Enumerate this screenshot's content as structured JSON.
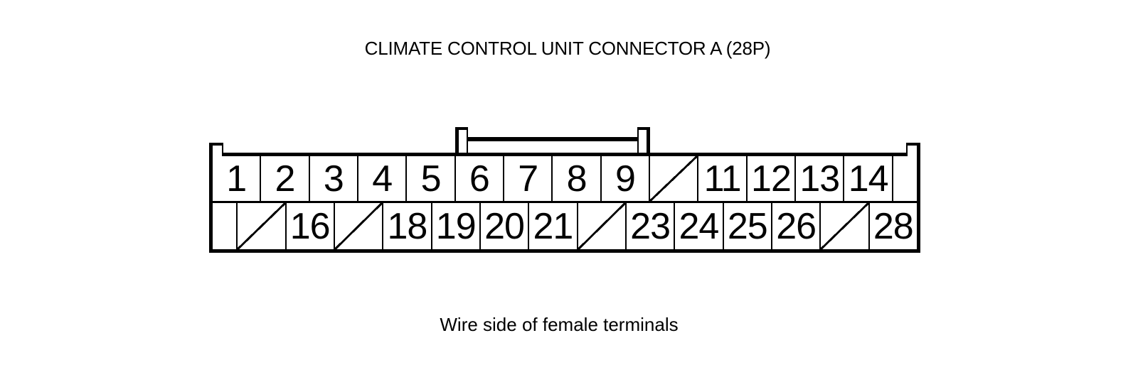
{
  "title": "CLIMATE CONTROL UNIT CONNECTOR A (28P)",
  "caption": "Wire side of female terminals",
  "colors": {
    "line": "#000000",
    "background": "#ffffff"
  },
  "connector": {
    "rows": [
      {
        "name": "top",
        "cells": [
          {
            "type": "pin",
            "pin": "1"
          },
          {
            "type": "pin",
            "pin": "2"
          },
          {
            "type": "pin",
            "pin": "3"
          },
          {
            "type": "pin",
            "pin": "4"
          },
          {
            "type": "pin",
            "pin": "5"
          },
          {
            "type": "pin",
            "pin": "6"
          },
          {
            "type": "pin",
            "pin": "7"
          },
          {
            "type": "pin",
            "pin": "8"
          },
          {
            "type": "pin",
            "pin": "9"
          },
          {
            "type": "blocked"
          },
          {
            "type": "pin",
            "pin": "11"
          },
          {
            "type": "pin",
            "pin": "12"
          },
          {
            "type": "pin",
            "pin": "13"
          },
          {
            "type": "pin",
            "pin": "14"
          },
          {
            "type": "spacer"
          }
        ]
      },
      {
        "name": "bottom",
        "cells": [
          {
            "type": "spacer"
          },
          {
            "type": "blocked"
          },
          {
            "type": "pin",
            "pin": "16"
          },
          {
            "type": "blocked"
          },
          {
            "type": "pin",
            "pin": "18"
          },
          {
            "type": "pin",
            "pin": "19"
          },
          {
            "type": "pin",
            "pin": "20"
          },
          {
            "type": "pin",
            "pin": "21"
          },
          {
            "type": "blocked"
          },
          {
            "type": "pin",
            "pin": "23"
          },
          {
            "type": "pin",
            "pin": "24"
          },
          {
            "type": "pin",
            "pin": "25"
          },
          {
            "type": "pin",
            "pin": "26"
          },
          {
            "type": "blocked"
          },
          {
            "type": "pin",
            "pin": "28"
          }
        ]
      }
    ]
  }
}
